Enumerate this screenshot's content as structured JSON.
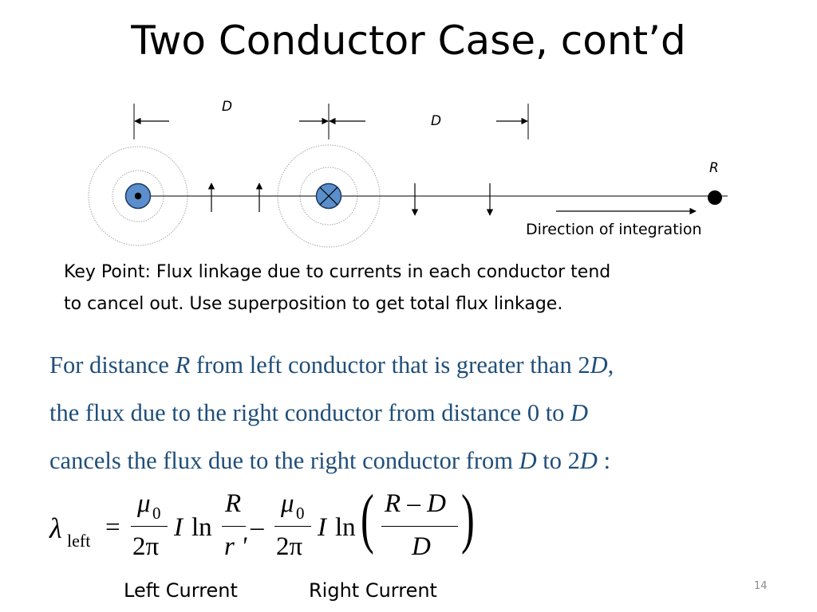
{
  "title": "Two Conductor Case, cont’d",
  "diagram": {
    "distance_label_left": "D",
    "distance_label_right": "D",
    "point_label": "R",
    "direction_label": "Direction of integration"
  },
  "key_point": [
    "Key Point: Flux linkage due to currents in each conductor tend",
    "to cancel out.  Use superposition to get total flux linkage."
  ],
  "body": {
    "line1": {
      "a": "For distance ",
      "b": "R",
      "c": " from left conductor that is greater than 2",
      "d": "D",
      "e": ","
    },
    "line2": {
      "a": "the flux due to the right conductor from distance 0 to ",
      "b": "D"
    },
    "line3": {
      "a": "cancels the flux due to the right conductor from ",
      "b": "D",
      "c": " to 2",
      "d": "D",
      "e": " :"
    }
  },
  "equation": {
    "lambda": "λ",
    "subscript": "left",
    "equals": "=",
    "mu": "μ",
    "mu_sub": "0",
    "two_pi": "2π",
    "current": "I",
    "ln": "ln",
    "R": "R",
    "r_prime": "r '",
    "minus": "–",
    "R_minus_D": "R – D",
    "D": "D",
    "paren_open": "(",
    "paren_close": ")"
  },
  "labels": {
    "left_current": "Left Current",
    "right_current": "Right Current"
  },
  "page_number": "14",
  "colors": {
    "conductor_fill": "#5b8fcb",
    "conductor_stroke": "#1f3864",
    "body_text": "#1f4e79",
    "flux_circle": "#a6a6a6"
  }
}
